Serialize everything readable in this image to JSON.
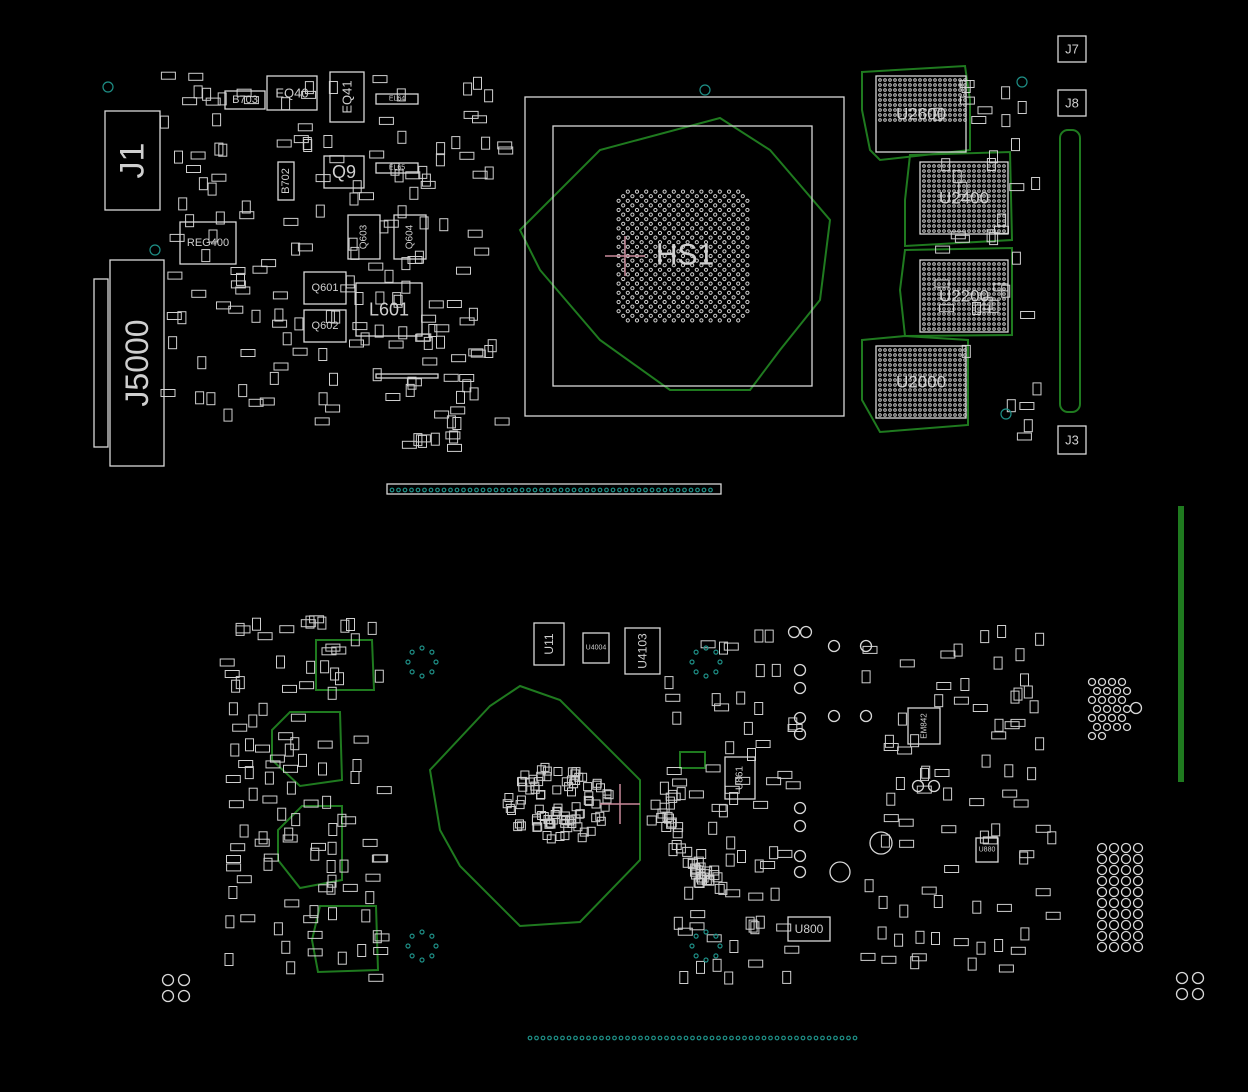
{
  "colors": {
    "background": "#000000",
    "part": "#d8d8d8",
    "outline": "#1f7a1f",
    "via": "#1e8f86",
    "marker": "#c98a9a"
  },
  "top_side": {
    "labels": [
      "J1",
      "EQ40",
      "EQ41",
      "B703",
      "B702",
      "EL64",
      "EL65",
      "Q9",
      "REG400",
      "Q603",
      "Q604",
      "Q601",
      "Q602",
      "L601",
      "HS1",
      "U2600",
      "U2400",
      "U2200",
      "U2000",
      "J7",
      "J8",
      "J3",
      "J5000"
    ]
  },
  "bottom_side": {
    "labels": [
      "U11",
      "U4004",
      "U4103",
      "U861",
      "U800",
      "EM842",
      "U880"
    ]
  }
}
